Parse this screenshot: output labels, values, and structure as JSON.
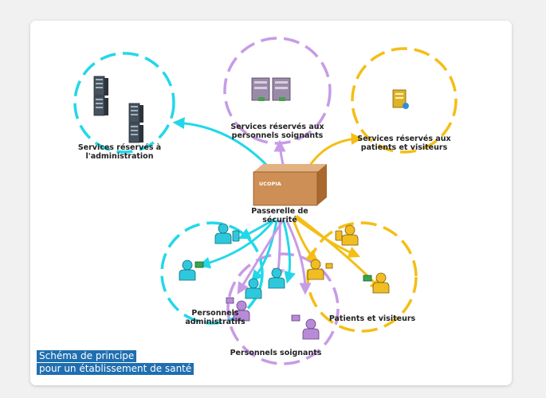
{
  "diagram": {
    "gateway": {
      "box_text": "UCOPIA",
      "label_line1": "Passerelle de",
      "label_line2": "sécurité"
    },
    "zones": {
      "admin_services": {
        "line1": "Services réservés à",
        "line2": "l'administration"
      },
      "staff_services": {
        "line1": "Services réservés aux",
        "line2": "personnels soignants"
      },
      "visitor_services": {
        "line1": "Services réservés aux",
        "line2": "patients et visiteurs"
      },
      "admin_staff": {
        "line1": "Personnels",
        "line2": "administratifs"
      },
      "medical_staff": {
        "line1": "Personnels soignants"
      },
      "patients": {
        "line1": "Patients et visiteurs"
      }
    },
    "colors": {
      "admin": "#22d8e8",
      "medical": "#c79be6",
      "patients": "#f4be16"
    }
  },
  "caption": {
    "line1": "Schéma de principe",
    "line2": "pour un établissement de santé"
  }
}
